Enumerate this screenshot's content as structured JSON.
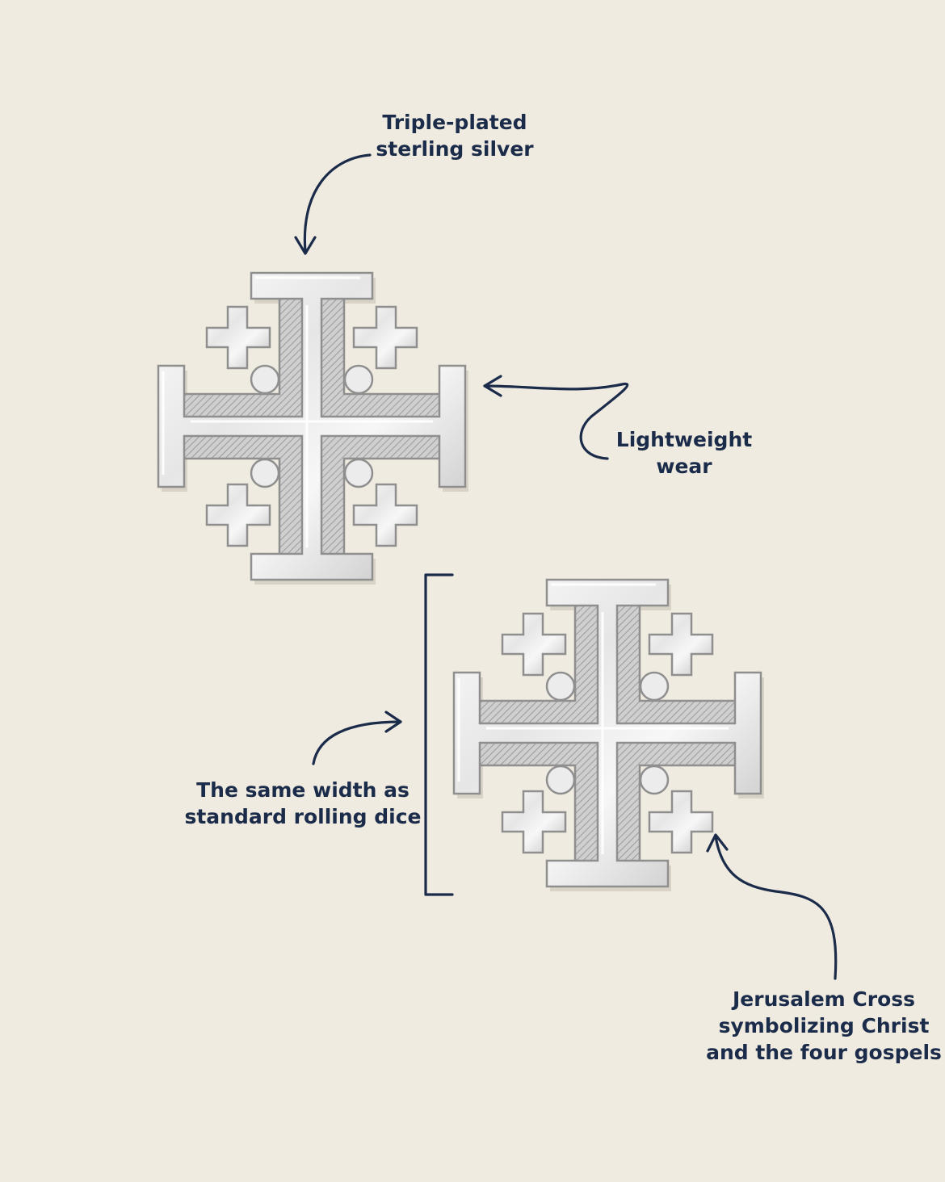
{
  "annotations": {
    "plated": {
      "line1": "Triple-plated",
      "line2": "sterling silver"
    },
    "lightweight": {
      "line1": "Lightweight",
      "line2": "wear"
    },
    "width": {
      "line1": "The same width as",
      "line2": "standard rolling dice"
    },
    "cross": {
      "line1": "Jerusalem Cross",
      "line2": "symbolizing Christ",
      "line3": "and the four gospels"
    }
  },
  "colors": {
    "background": "#f0ebe0",
    "ink": "#1b2b4a",
    "silver": "#dcdcdc"
  }
}
